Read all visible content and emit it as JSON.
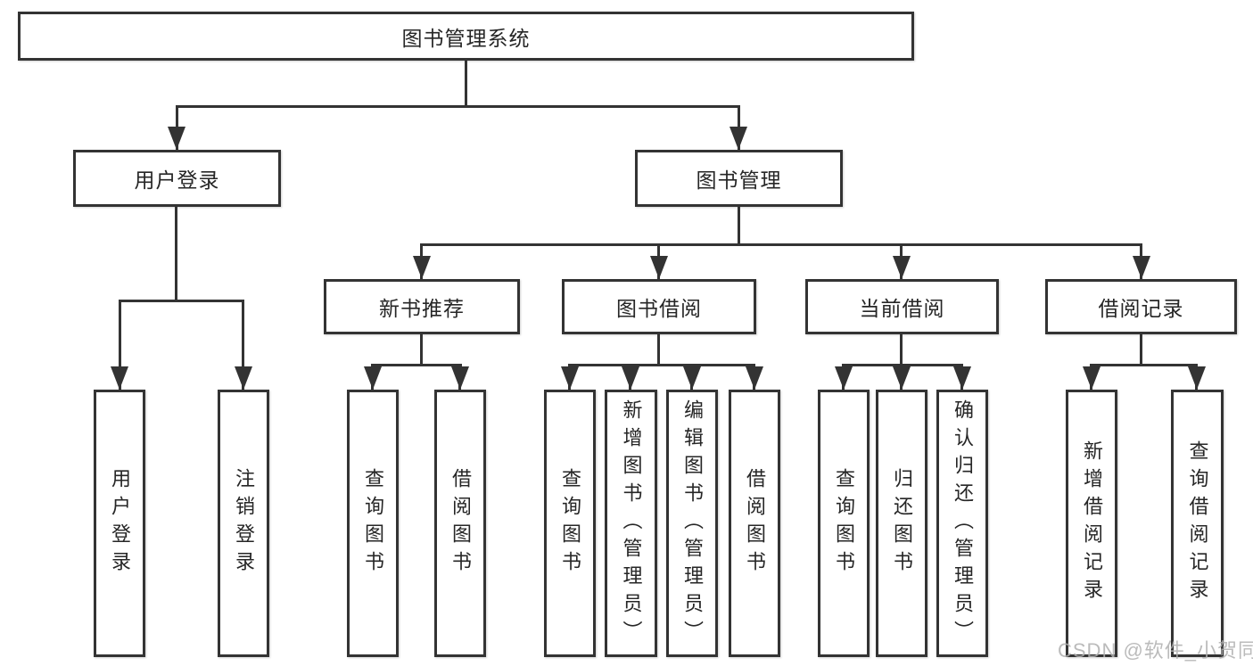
{
  "tree": {
    "root": {
      "label": "图书管理系统"
    },
    "level2": [
      {
        "label": "用户登录",
        "leaves": [
          {
            "label": "用户登录"
          },
          {
            "label": "注销登录"
          }
        ]
      },
      {
        "label": "图书管理",
        "level3": [
          {
            "label": "新书推荐",
            "leaves": [
              {
                "label": "查询图书"
              },
              {
                "label": "借阅图书"
              }
            ]
          },
          {
            "label": "图书借阅",
            "leaves": [
              {
                "label": "查询图书"
              },
              {
                "label": "新增图书（管理员）"
              },
              {
                "label": "编辑图书（管理员）"
              },
              {
                "label": "借阅图书"
              }
            ]
          },
          {
            "label": "当前借阅",
            "leaves": [
              {
                "label": "查询图书"
              },
              {
                "label": "归还图书"
              },
              {
                "label": "确认归还（管理员）"
              }
            ]
          },
          {
            "label": "借阅记录",
            "leaves": [
              {
                "label": "新增借阅记录"
              },
              {
                "label": "查询借阅记录"
              }
            ]
          }
        ]
      }
    ]
  },
  "watermark": "CSDN @软件_小贺同学"
}
